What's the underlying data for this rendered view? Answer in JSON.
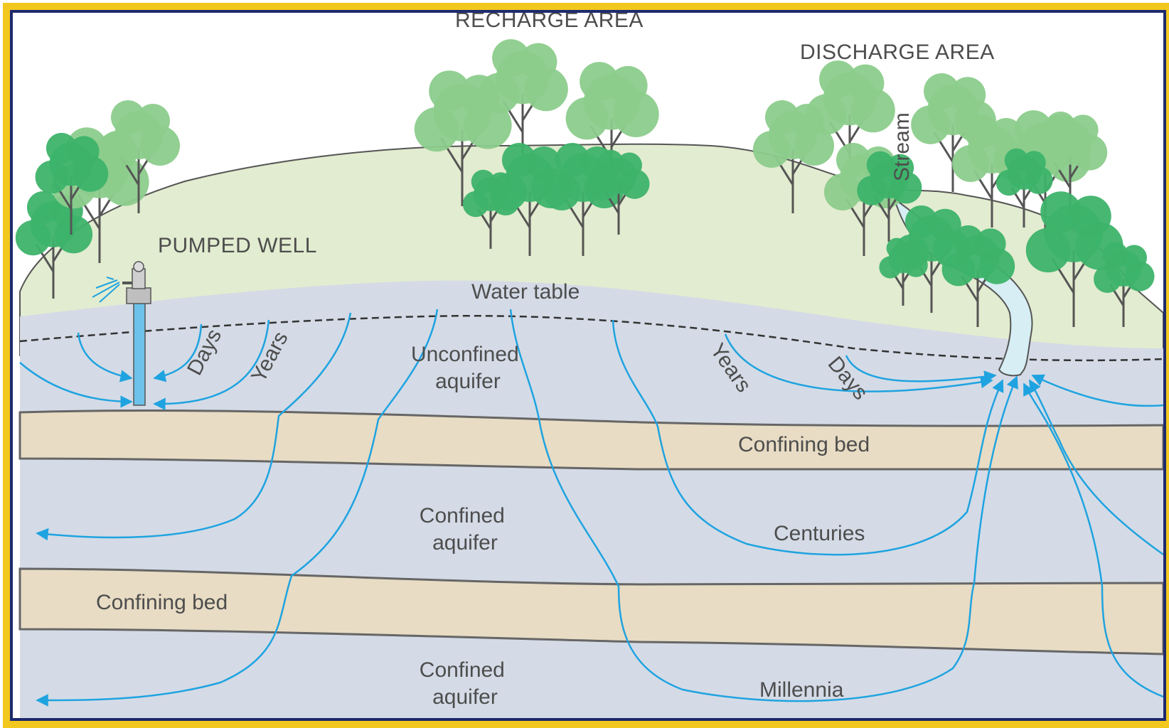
{
  "labels": {
    "recharge_area": "RECHARGE AREA",
    "discharge_area": "DISCHARGE AREA",
    "pumped_well": "PUMPED WELL",
    "stream": "Stream",
    "water_table": "Water table",
    "unconfined_aquifer": [
      "Unconfined",
      "aquifer"
    ],
    "days_left": "Days",
    "years_left": "Years",
    "years_right": "Years",
    "days_right": "Days",
    "confining_bed_upper": "Confining bed",
    "confined_aquifer_upper": [
      "Confined",
      "aquifer"
    ],
    "centuries": "Centuries",
    "confining_bed_lower": "Confining bed",
    "confined_aquifer_lower": [
      "Confined",
      "aquifer"
    ],
    "millennia": "Millennia"
  },
  "colors": {
    "sky": "#ffffff",
    "land_surface": "#e2ecd0",
    "aquifer": "#d4dbe6",
    "confining_bed": "#e8dcc4",
    "flow_line": "#1fa3e0",
    "stream_water": "#d6eef4",
    "tree_light": "#8ccc8c",
    "tree_dark": "#3db36a",
    "border_outer": "#f2c81e",
    "border_inner": "#1e2a6e"
  }
}
